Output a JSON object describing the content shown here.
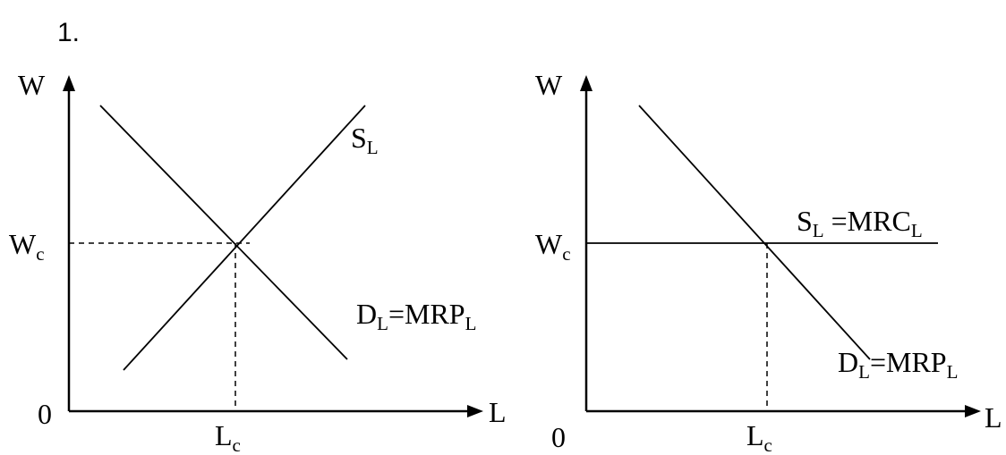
{
  "figure_number": "1.",
  "left_panel": {
    "y_axis_label": "W",
    "x_axis_label": "L",
    "origin_label": "0",
    "wage_label": {
      "main": "W",
      "sub": "c"
    },
    "labor_label": {
      "main": "L",
      "sub": "c"
    },
    "supply_label": {
      "main": "S",
      "sub": "L"
    },
    "demand_label": {
      "p1": "D",
      "s1": "L",
      "p2": "=MRP",
      "s2": "L"
    }
  },
  "right_panel": {
    "y_axis_label": "W",
    "x_axis_label": "L",
    "origin_label": "0",
    "wage_label": {
      "main": "W",
      "sub": "c"
    },
    "labor_label": {
      "main": "L",
      "sub": "c"
    },
    "supply_label": {
      "p1": "S",
      "s1": "L",
      "p2": " =MRC",
      "s2": "L"
    },
    "demand_label": {
      "p1": "D",
      "s1": "L",
      "p2": "=MRP",
      "s2": "L"
    }
  }
}
